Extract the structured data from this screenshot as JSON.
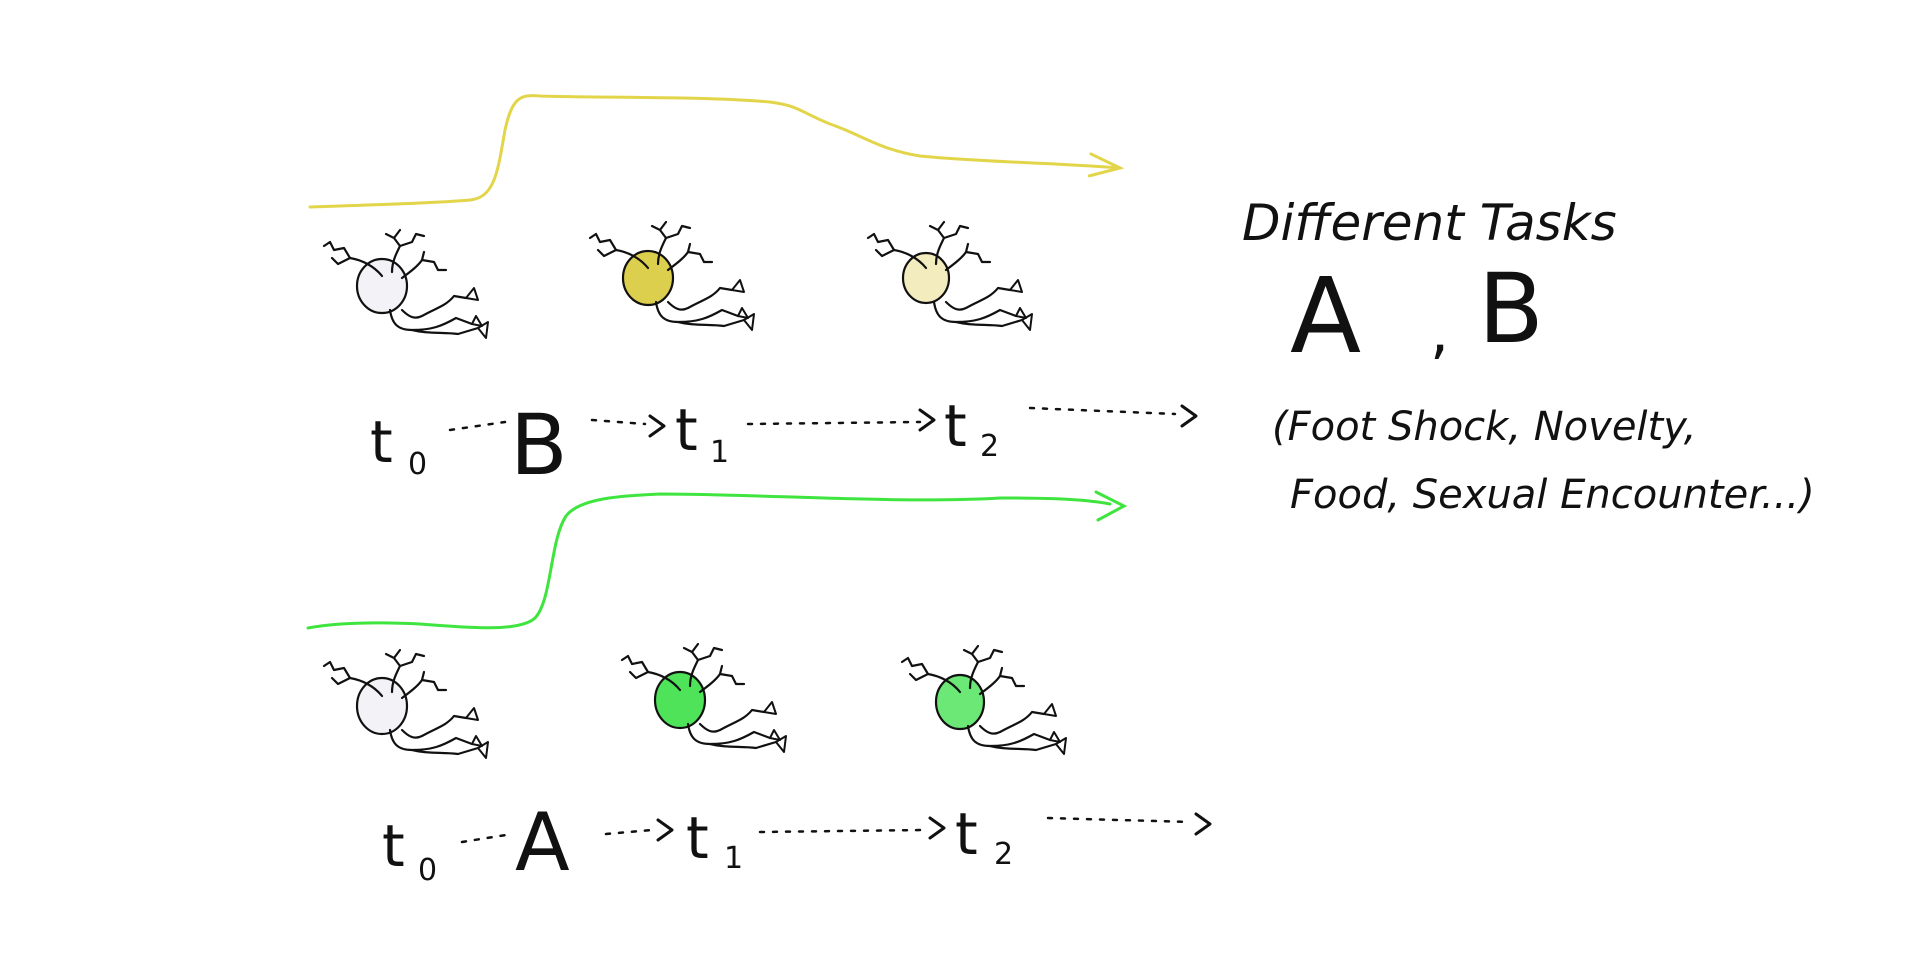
{
  "colors": {
    "trace_b": "#e3d54a",
    "trace_a": "#3fe43f",
    "soma_resting": "#f3f3f7",
    "soma_b_active": "#dccf4e",
    "soma_b_decay": "#f2ecbe",
    "soma_a_active": "#4fe35a",
    "soma_a_sustained": "#6be875",
    "ink": "#111111"
  },
  "timeline_b": {
    "t0": "t",
    "t0_sub": "0",
    "task": "B",
    "t1": "t",
    "t1_sub": "1",
    "t2": "t",
    "t2_sub": "2"
  },
  "timeline_a": {
    "t0": "t",
    "t0_sub": "0",
    "task": "A",
    "t1": "t",
    "t1_sub": "1",
    "t2": "t",
    "t2_sub": "2"
  },
  "legend": {
    "heading": "Different Tasks",
    "task_a": "A",
    "separator": ",",
    "task_b": "B",
    "examples_line1": "(Foot Shock, Novelty,",
    "examples_line2": "Food, Sexual Encounter...)"
  },
  "icons": [
    "neuron-icon",
    "arrow-head-icon"
  ]
}
